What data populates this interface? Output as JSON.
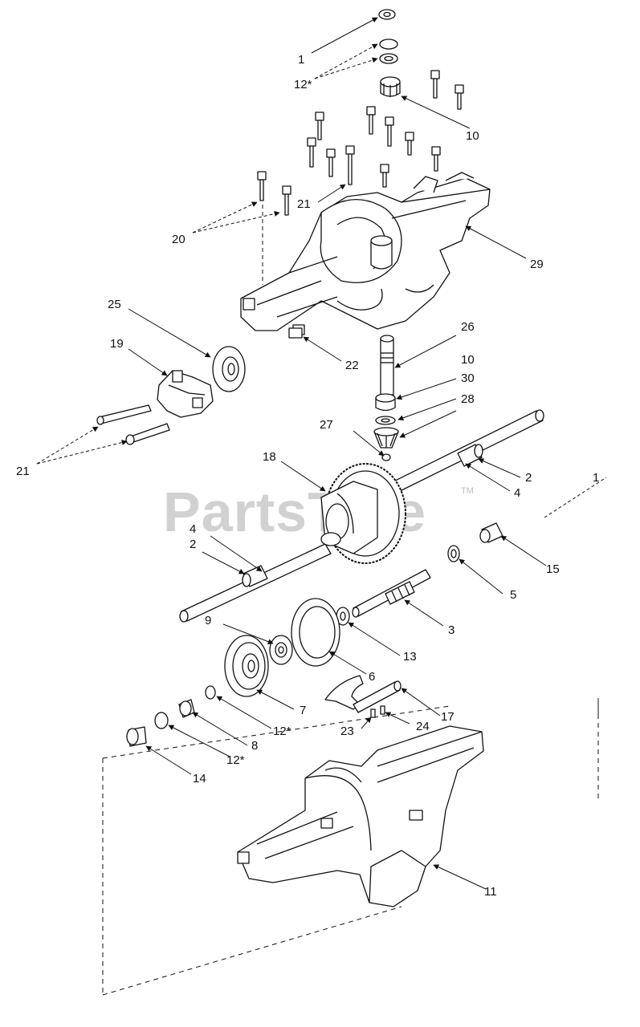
{
  "watermark": {
    "text": "PartsTree",
    "trademark": "TM"
  },
  "colors": {
    "line": "#111111",
    "fill": "#ffffff",
    "watermark": "#c9c9c9"
  },
  "callouts": [
    {
      "id": "c1a",
      "text": "1"
    },
    {
      "id": "c12a",
      "text": "12*"
    },
    {
      "id": "c10a",
      "text": "10"
    },
    {
      "id": "c21a",
      "text": "21"
    },
    {
      "id": "c20",
      "text": "20"
    },
    {
      "id": "c29",
      "text": "29"
    },
    {
      "id": "c25",
      "text": "25"
    },
    {
      "id": "c19",
      "text": "19"
    },
    {
      "id": "c22",
      "text": "22"
    },
    {
      "id": "c26",
      "text": "26"
    },
    {
      "id": "c10b",
      "text": "10"
    },
    {
      "id": "c30",
      "text": "30"
    },
    {
      "id": "c28",
      "text": "28"
    },
    {
      "id": "c27",
      "text": "27"
    },
    {
      "id": "c21b",
      "text": "21"
    },
    {
      "id": "c18",
      "text": "18"
    },
    {
      "id": "c2a",
      "text": "2"
    },
    {
      "id": "c4a",
      "text": "4"
    },
    {
      "id": "c1b",
      "text": "1"
    },
    {
      "id": "c4b",
      "text": "4"
    },
    {
      "id": "c2b",
      "text": "2"
    },
    {
      "id": "c15",
      "text": "15"
    },
    {
      "id": "c5",
      "text": "5"
    },
    {
      "id": "c9",
      "text": "9"
    },
    {
      "id": "c3",
      "text": "3"
    },
    {
      "id": "c13",
      "text": "13"
    },
    {
      "id": "c6",
      "text": "6"
    },
    {
      "id": "c7",
      "text": "7"
    },
    {
      "id": "c17",
      "text": "17"
    },
    {
      "id": "c12b",
      "text": "12*"
    },
    {
      "id": "c8",
      "text": "8"
    },
    {
      "id": "c23",
      "text": "23"
    },
    {
      "id": "c24",
      "text": "24"
    },
    {
      "id": "c12c",
      "text": "12*"
    },
    {
      "id": "c14",
      "text": "14"
    },
    {
      "id": "c11",
      "text": "11"
    }
  ]
}
